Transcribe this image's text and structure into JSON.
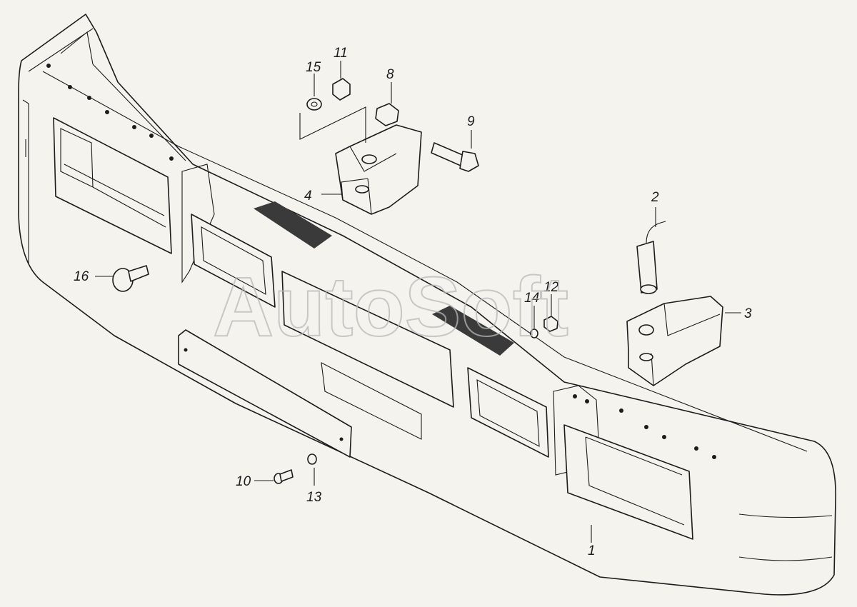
{
  "watermark": "AutoSoft",
  "callouts": {
    "c1": "1",
    "c2": "2",
    "c3": "3",
    "c4": "4",
    "c8": "8",
    "c9": "9",
    "c10": "10",
    "c11": "11",
    "c12": "12",
    "c13": "13",
    "c14": "14",
    "c15": "15",
    "c16": "16"
  },
  "colors": {
    "line": "#1c1c1c",
    "background": "#f4f3ee",
    "watermark": "#b9b9b9"
  }
}
